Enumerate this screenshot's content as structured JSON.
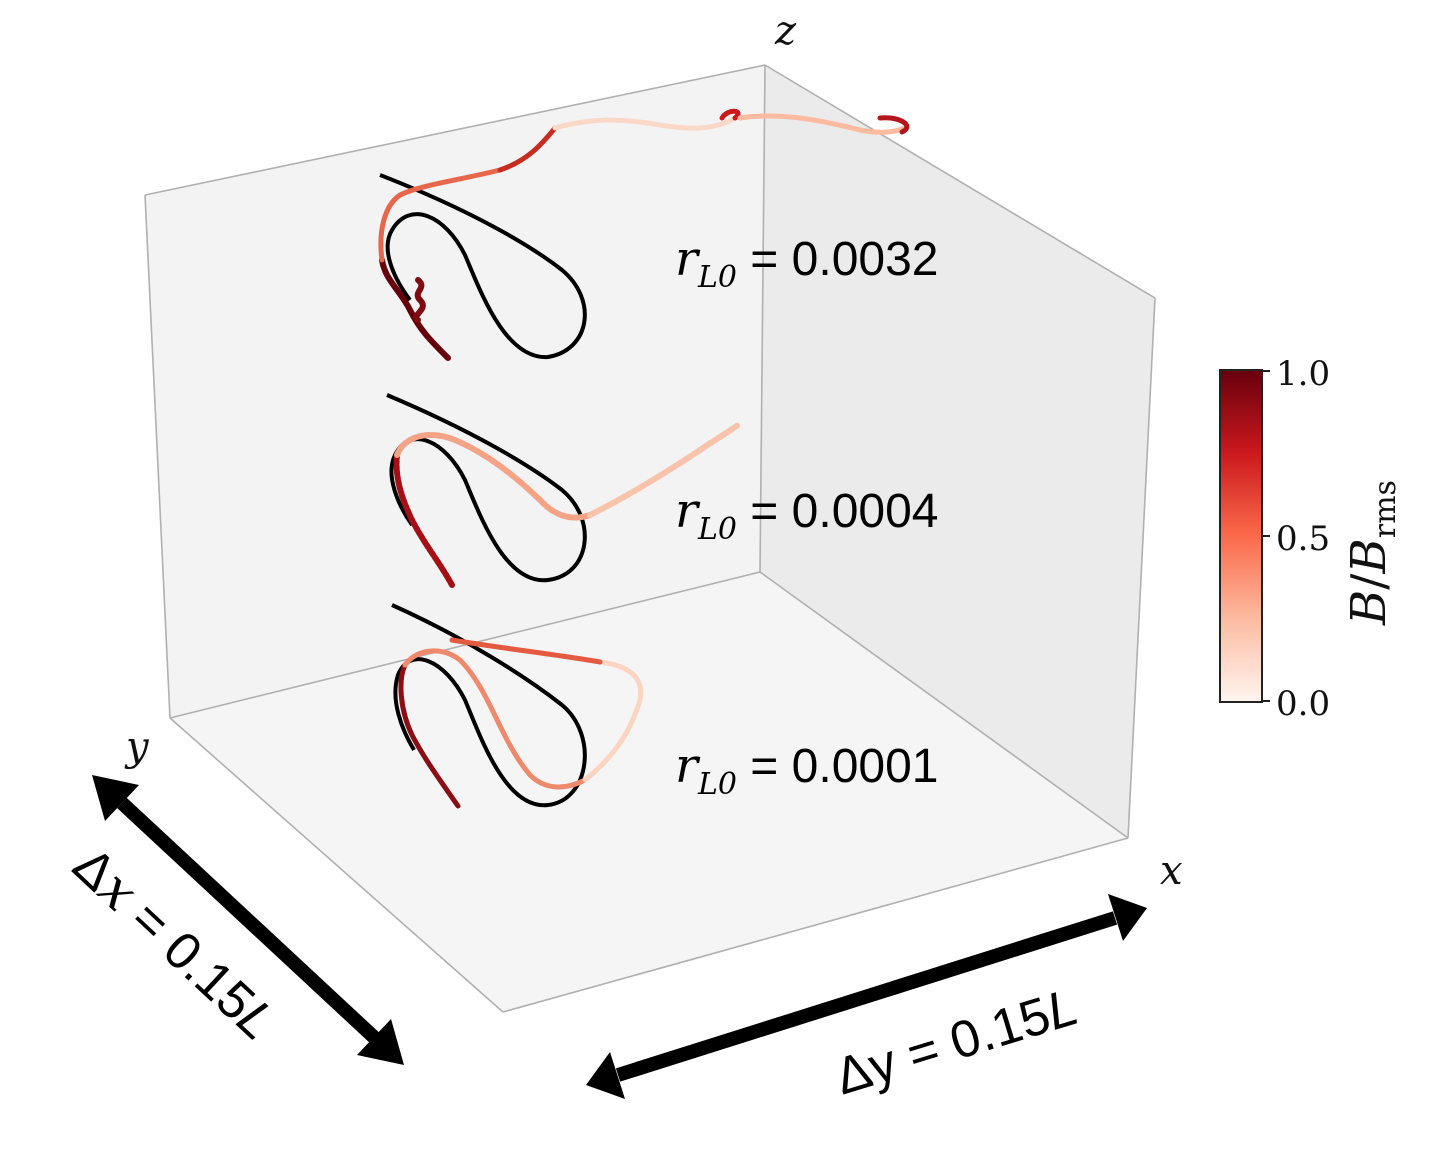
{
  "axes": {
    "x": "x",
    "y": "y",
    "z": "z"
  },
  "labels": [
    {
      "r": "r",
      "sub": "L0",
      "value": " = 0.0032"
    },
    {
      "r": "r",
      "sub": "L0",
      "value": " = 0.0004"
    },
    {
      "r": "r",
      "sub": "L0",
      "value": " = 0.0001"
    }
  ],
  "dimensions": {
    "dx": {
      "delta": "Δ",
      "var": "x",
      "mid": " = 0.15",
      "unit": "L"
    },
    "dy": {
      "delta": "Δ",
      "var": "y",
      "mid": " = 0.15",
      "unit": "L"
    }
  },
  "colorbar": {
    "title_b": "B",
    "title_slash": "/",
    "title_b2": "B",
    "title_sub": "rms",
    "ticks": [
      "1.0",
      "0.5",
      "0.0"
    ],
    "tick_values": [
      1.0,
      0.5,
      0.0
    ],
    "range": [
      0.0,
      1.0
    ],
    "colors": [
      "#fff5f0",
      "#fcbba1",
      "#fb6a4a",
      "#cb181d",
      "#67000d"
    ]
  }
}
